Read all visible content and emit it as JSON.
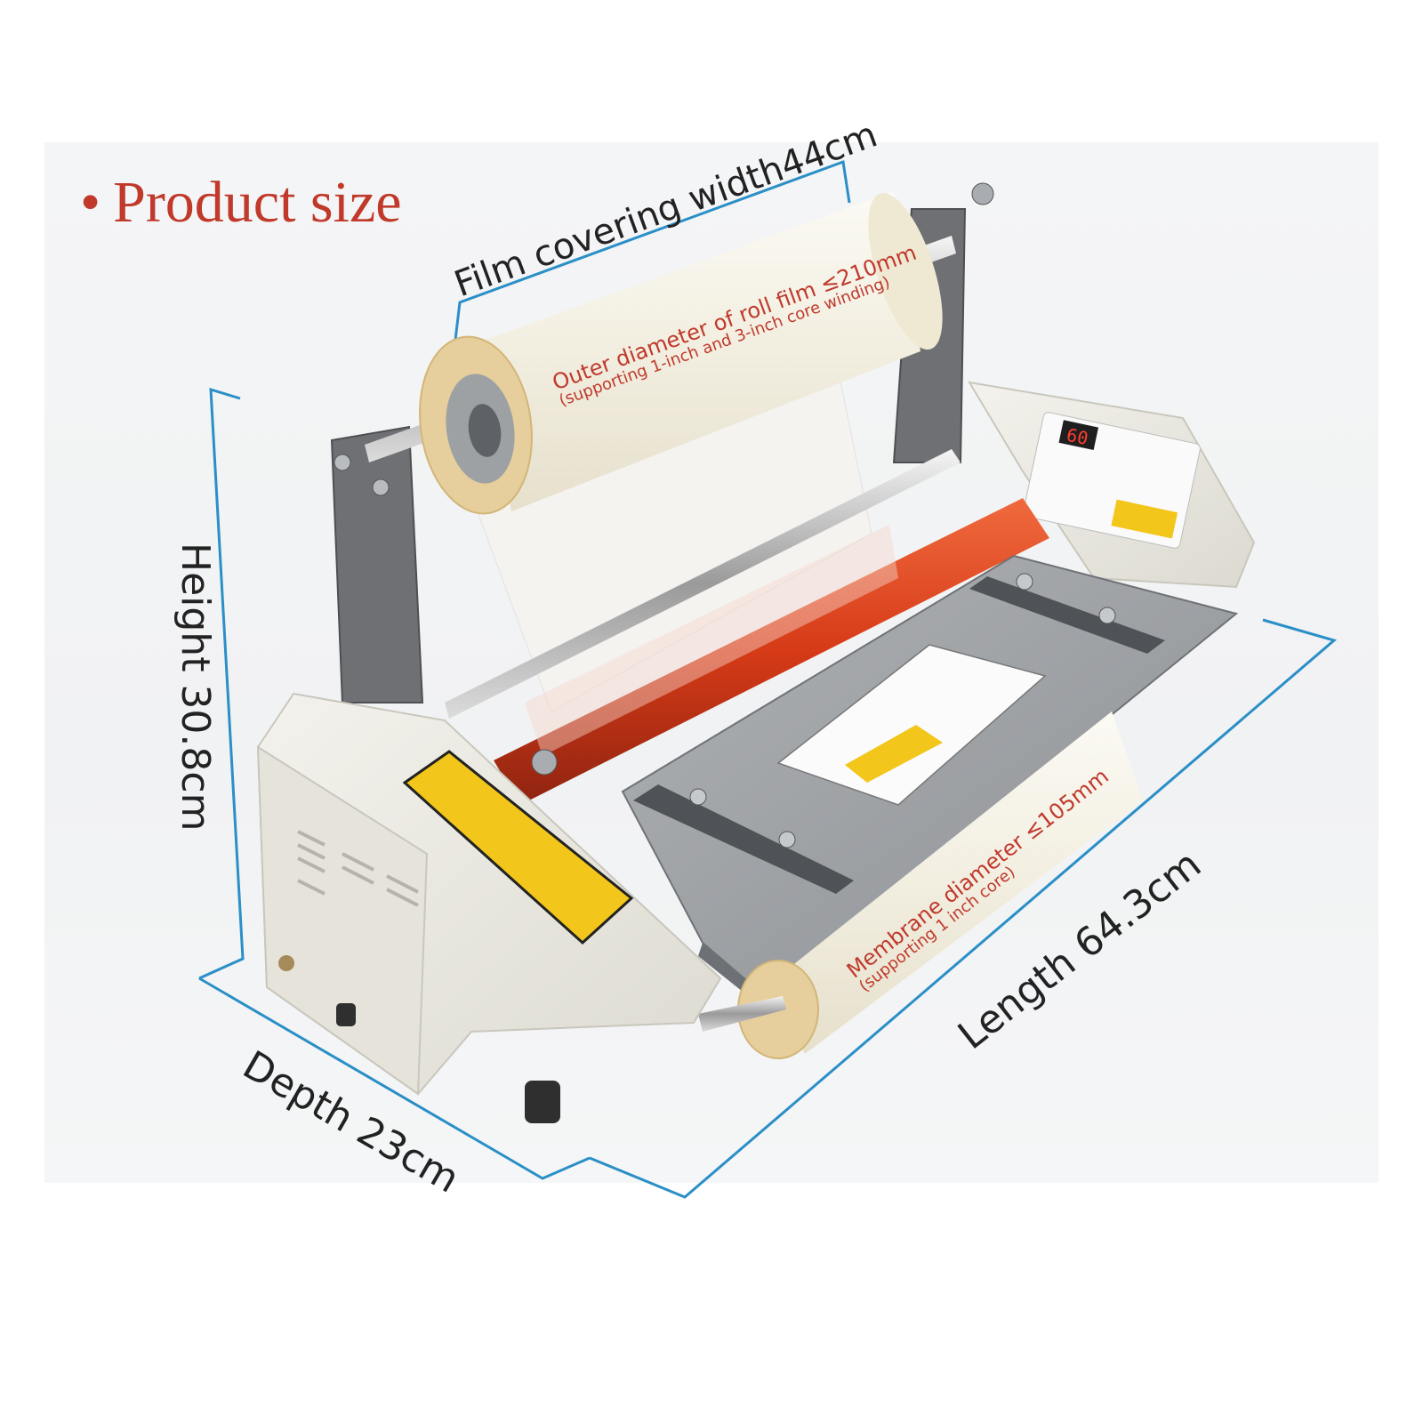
{
  "title": {
    "bullet": "•",
    "text": "Product size"
  },
  "dimensions": {
    "film_width": "Film covering width44cm",
    "height": "Height  30.8cm",
    "depth": "Depth 23cm",
    "length": "Length 64.3cm"
  },
  "notes": {
    "top_roll_line1": "Outer diameter of roll film ≤210mm",
    "top_roll_line2": "(supporting 1-inch and 3-inch core winding)",
    "bottom_roll_line1": "Membrane diameter ≤105mm",
    "bottom_roll_line2": "(supporting 1 inch core)"
  },
  "display": {
    "temperature_readout": "60"
  },
  "colors": {
    "title": "#c0392b",
    "notes": "#c0392b",
    "dimension_lines": "#2a8fc7",
    "machine_body": "#ecebe4",
    "roller": "#d8401e",
    "bracket": "#6e7073"
  }
}
